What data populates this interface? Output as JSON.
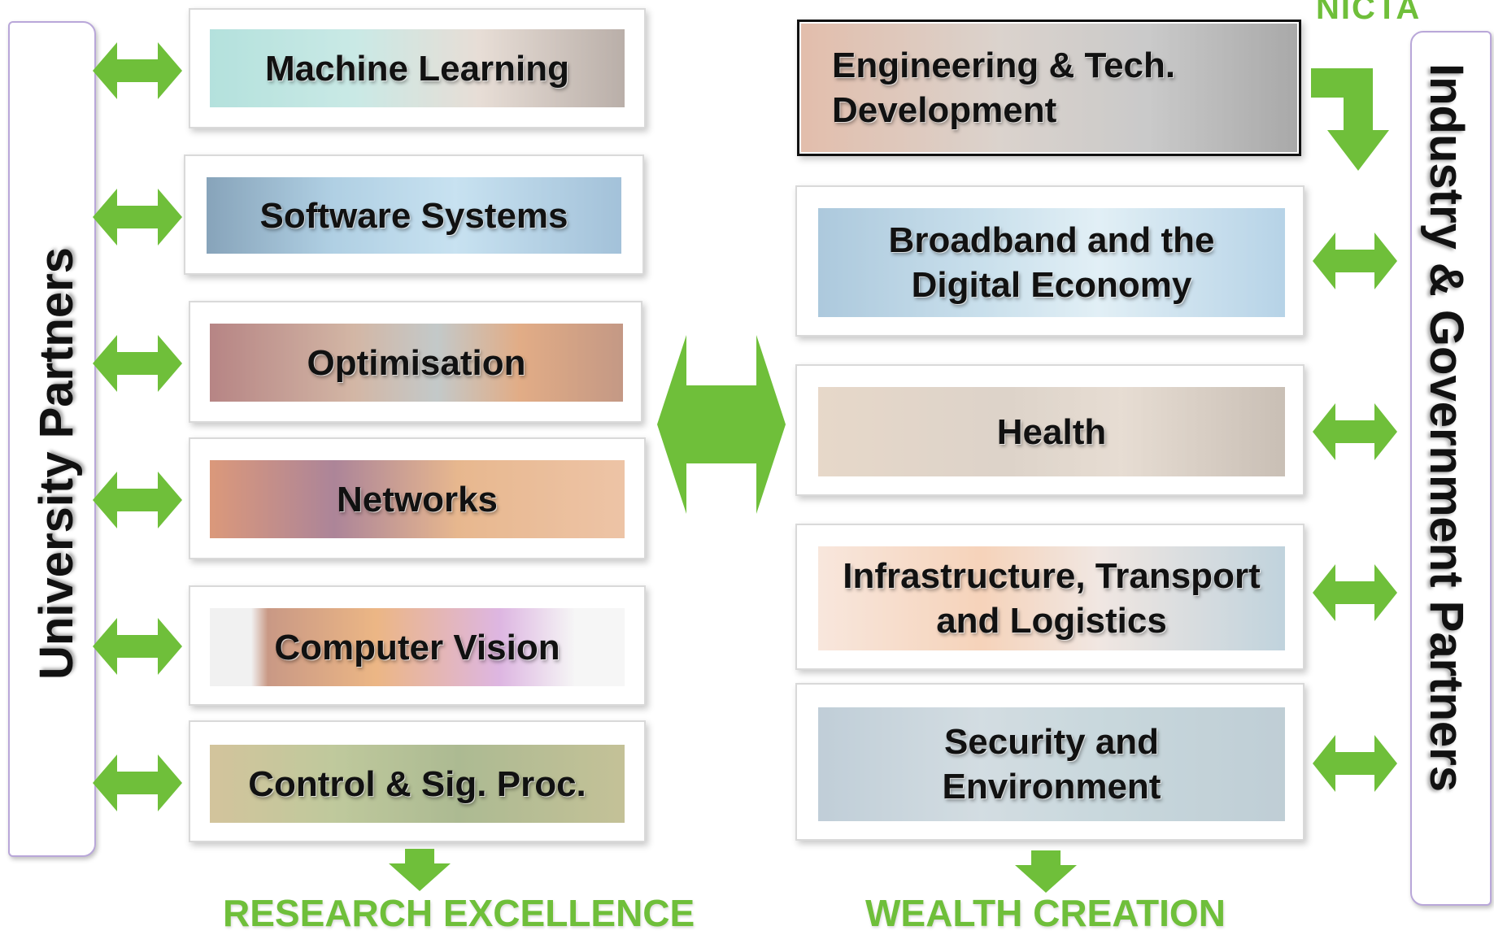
{
  "brand": "NICTA",
  "left_panel": {
    "title": "University Partners"
  },
  "right_panel": {
    "title": "Industry & Government Partners"
  },
  "research_areas": [
    {
      "label": "Machine Learning"
    },
    {
      "label": "Software Systems"
    },
    {
      "label": "Optimisation"
    },
    {
      "label": "Networks"
    },
    {
      "label": "Computer Vision"
    },
    {
      "label": "Control & Sig. Proc."
    }
  ],
  "impact_areas": [
    {
      "label": "Engineering & Tech. Development"
    },
    {
      "label": "Broadband and the Digital Economy"
    },
    {
      "label": "Health"
    },
    {
      "label": "Infrastructure, Transport and Logistics"
    },
    {
      "label": "Security and Environment"
    }
  ],
  "outcomes": {
    "left": "RESEARCH EXCELLENCE",
    "right": "WEALTH CREATION"
  },
  "colors": {
    "arrow": "#6fbf3a",
    "panel_border": "#b9a7d9"
  }
}
